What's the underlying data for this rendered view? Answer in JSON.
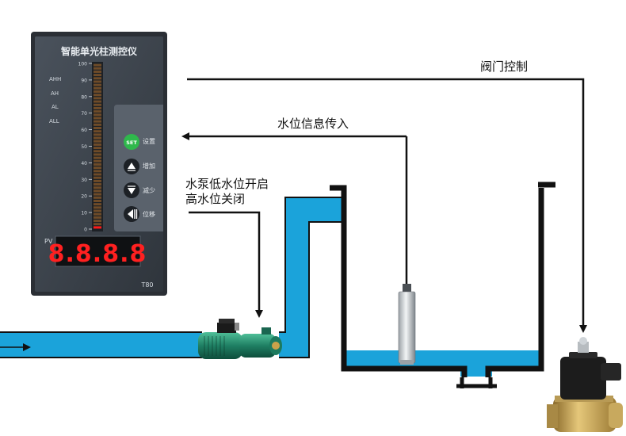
{
  "controller": {
    "title": "智能单光柱测控仪",
    "alarms": [
      "AHH",
      "AH",
      "AL",
      "ALL"
    ],
    "scale": [
      "100",
      "90",
      "80",
      "70",
      "60",
      "50",
      "40",
      "30",
      "20",
      "10",
      "0"
    ],
    "level_fraction": 0.02,
    "pv_label": "PV",
    "display": "8.8.8.8",
    "model": "T80",
    "buttons": {
      "set_label": "SET",
      "set_text": "设置",
      "up_text": "增加",
      "down_text": "减少",
      "shift_text": "位移"
    }
  },
  "labels": {
    "valve_control": "阀门控制",
    "level_input": "水位信息传入",
    "pump_line1": "水泵低水位开启",
    "pump_line2": "高水位关闭"
  },
  "colors": {
    "water": "#1ba3da",
    "bezel": "#2b2f35",
    "face": "#3b424b",
    "led": "#ff1a1a"
  }
}
